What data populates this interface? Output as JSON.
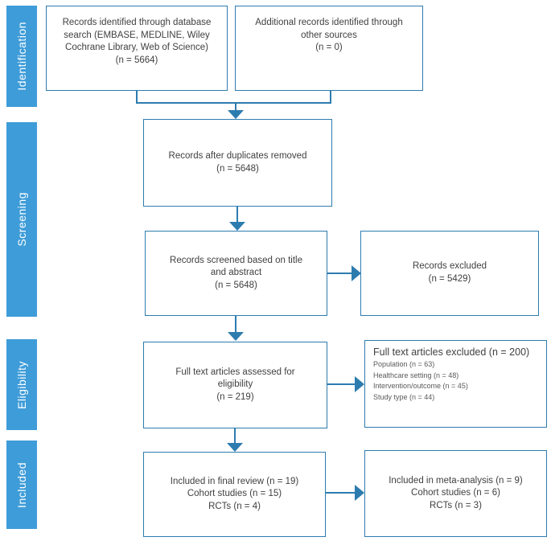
{
  "diagram": {
    "type": "prisma-flow",
    "colors": {
      "stage_fill": "#3E9CD9",
      "stage_text": "#FFFFFF",
      "box_border": "#2D7CAF",
      "arrow": "#2D7CAF",
      "text": "#404040"
    },
    "stages": [
      {
        "label": "Identification"
      },
      {
        "label": "Screening"
      },
      {
        "label": "Eligibility"
      },
      {
        "label": "Included"
      }
    ],
    "boxes": {
      "identified": {
        "lines": [
          "Records identified through database",
          "search (EMBASE, MEDLINE, Wiley",
          "Cochrane Library, Web of Science)",
          "(n = 5664)"
        ]
      },
      "additional": {
        "lines": [
          "Additional records identified through",
          "other sources",
          "(n = 0)"
        ]
      },
      "duplicates_removed": {
        "lines": [
          "Records after duplicates removed",
          "(n = 5648)"
        ]
      },
      "screened": {
        "lines": [
          "Records screened based on title",
          "and abstract",
          "(n = 5648)"
        ]
      },
      "records_excluded": {
        "lines": [
          "Records excluded",
          "(n = 5429)"
        ]
      },
      "fulltext_assessed": {
        "lines": [
          "Full text articles assessed for",
          "eligibility",
          "(n = 219)"
        ]
      },
      "fulltext_excluded": {
        "title": "Full text articles excluded (n = 200)",
        "reasons": [
          "Population (n = 63)",
          "Healthcare setting (n = 48)",
          "Intervention/outcome (n = 45)",
          "Study type (n = 44)"
        ]
      },
      "final_review": {
        "lines": [
          "Included in final review (n = 19)",
          "Cohort studies (n = 15)",
          "RCTs (n = 4)"
        ]
      },
      "meta_analysis": {
        "lines": [
          "Included in meta-analysis (n = 9)",
          "Cohort studies (n = 6)",
          "RCTs (n = 3)"
        ]
      }
    }
  }
}
